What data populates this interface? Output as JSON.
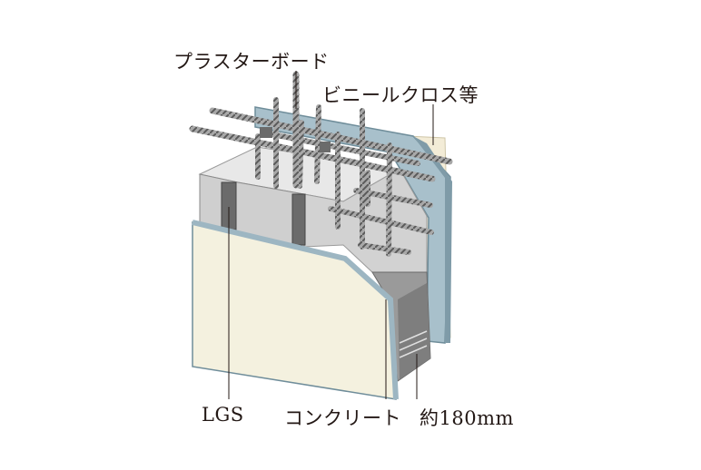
{
  "labels": {
    "plasterboard": "プラスターボード",
    "vinyl_cloth": "ビニールクロス等",
    "lgs": "LGS",
    "concrete": "コンクリート",
    "thickness": "約180mm"
  },
  "colors": {
    "board_face": "#f4f1df",
    "board_edge": "#9db6c2",
    "concrete_light": "#e4e4e4",
    "concrete_mid": "#bdbdbd",
    "concrete_dark": "#8a8a8a",
    "rebar": "#8c8c8c",
    "lgs_stud": "#6b6b6b",
    "leader_line": "#231815"
  },
  "icons": [
    "rebar-grid",
    "lgs-stud"
  ]
}
